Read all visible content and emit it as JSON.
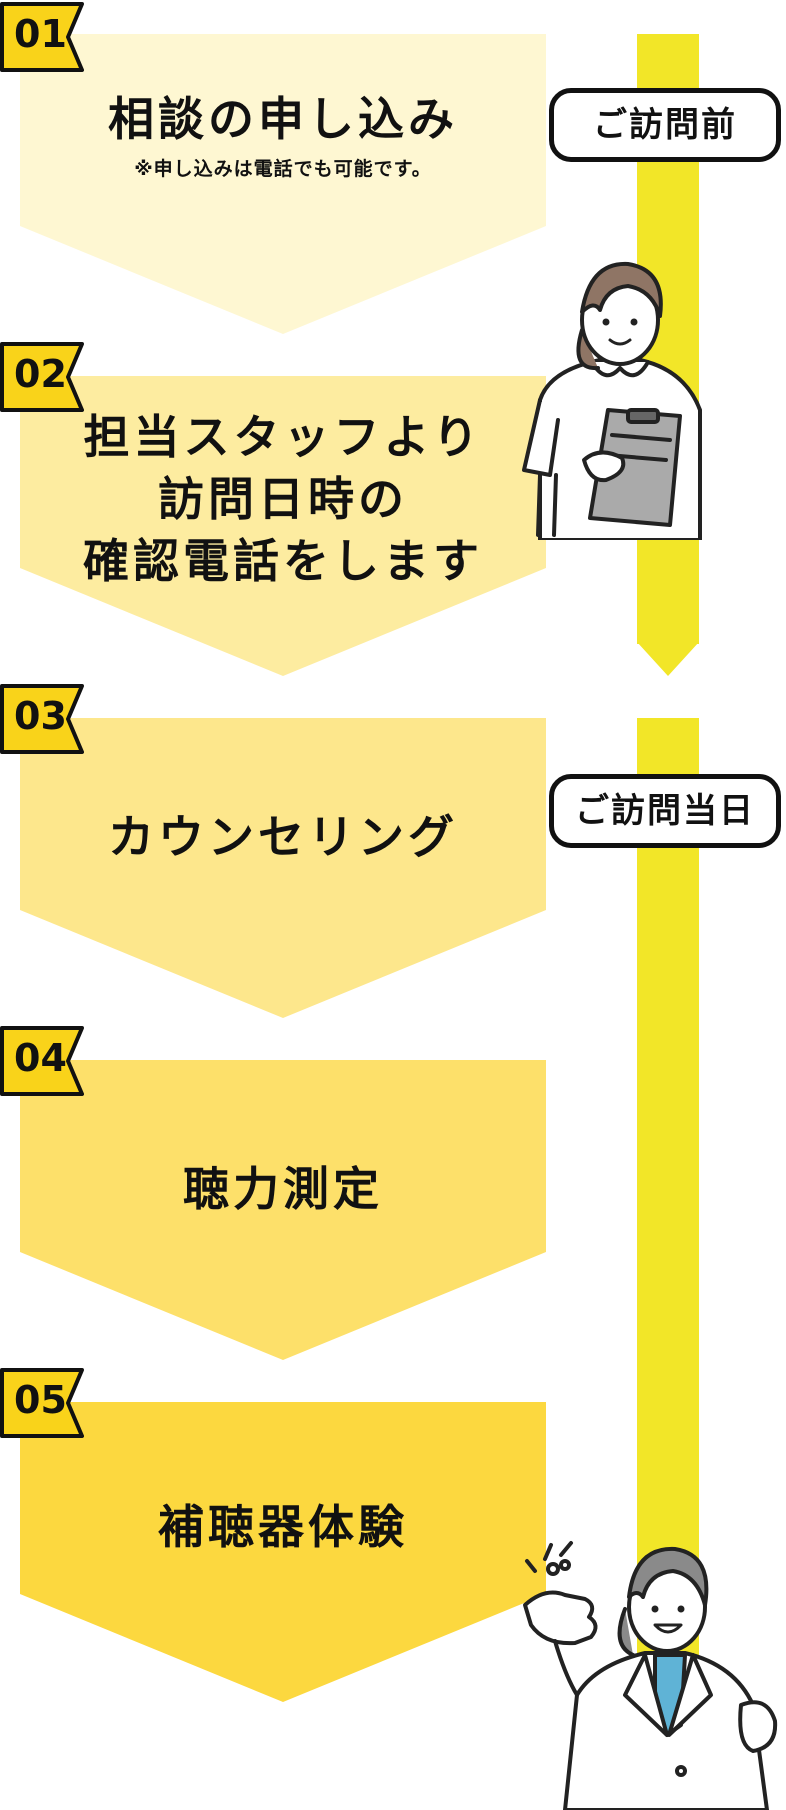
{
  "steps": [
    {
      "number": "01",
      "lines": [
        "相談の申し込み"
      ],
      "note": "※申し込みは電話でも可能です。",
      "color": "#fef7d2"
    },
    {
      "number": "02",
      "lines": [
        "担当スタッフより",
        "訪問日時の",
        "確認電話をします"
      ],
      "note": "",
      "color": "#fdeca0"
    },
    {
      "number": "03",
      "lines": [
        "カウンセリング"
      ],
      "note": "",
      "color": "#fde78c"
    },
    {
      "number": "04",
      "lines": [
        "聴力測定"
      ],
      "note": "",
      "color": "#fde06a"
    },
    {
      "number": "05",
      "lines": [
        "補聴器体験"
      ],
      "note": "",
      "color": "#fcd83f"
    }
  ],
  "phases": {
    "before": "ご訪問前",
    "day": "ご訪問当日"
  },
  "colors": {
    "badge": "#f9d31a",
    "bar": "#f2e628",
    "outline": "#111111"
  },
  "icons": [
    "nurse-with-clipboard-illustration",
    "staff-explaining-illustration"
  ]
}
